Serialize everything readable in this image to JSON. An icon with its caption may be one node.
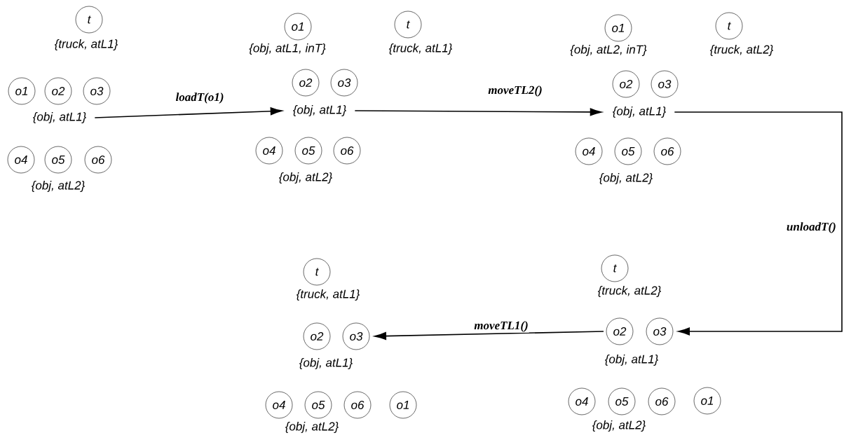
{
  "diagram": {
    "nodes": [
      {
        "text": [
          "t"
        ]
      },
      {
        "text": [
          "{truck, atL1}"
        ]
      },
      {
        "text": [
          "o1"
        ]
      },
      {
        "text": [
          "o2"
        ]
      },
      {
        "text": [
          "o3"
        ]
      },
      {
        "text": [
          "{obj, atL1}"
        ]
      },
      {
        "text": [
          "o4"
        ]
      },
      {
        "text": [
          "o5"
        ]
      },
      {
        "text": [
          "o6"
        ]
      },
      {
        "text": [
          "{obj, atL2}"
        ]
      },
      {
        "text": [
          "o1"
        ]
      },
      {
        "text": [
          "{obj, atL1, inT}"
        ]
      },
      {
        "text": [
          "t"
        ]
      },
      {
        "text": [
          "{truck, atL1}"
        ]
      },
      {
        "text": [
          "o2"
        ]
      },
      {
        "text": [
          "o3"
        ]
      },
      {
        "text": [
          "{obj, atL1}"
        ]
      },
      {
        "text": [
          "o4"
        ]
      },
      {
        "text": [
          "o5"
        ]
      },
      {
        "text": [
          "o6"
        ]
      },
      {
        "text": [
          "{obj, atL2}"
        ]
      },
      {
        "text": [
          "o1"
        ]
      },
      {
        "text": [
          "{obj, atL2, inT}"
        ]
      },
      {
        "text": [
          "t"
        ]
      },
      {
        "text": [
          "{truck, atL2}"
        ]
      },
      {
        "text": [
          "o2"
        ]
      },
      {
        "text": [
          "o3"
        ]
      },
      {
        "text": [
          "{obj, atL1}"
        ]
      },
      {
        "text": [
          "o4"
        ]
      },
      {
        "text": [
          "o5"
        ]
      },
      {
        "text": [
          "o6"
        ]
      },
      {
        "text": [
          "{obj, atL2}"
        ]
      },
      {
        "text": [
          "t"
        ]
      },
      {
        "text": [
          "{truck, atL1}"
        ]
      },
      {
        "text": [
          "o2"
        ]
      },
      {
        "text": [
          "o3"
        ]
      },
      {
        "text": [
          "{obj, atL1}"
        ]
      },
      {
        "text": [
          "o4"
        ]
      },
      {
        "text": [
          "o5"
        ]
      },
      {
        "text": [
          "o6"
        ]
      },
      {
        "text": [
          "o1"
        ]
      },
      {
        "text": [
          "{obj, atL2}"
        ]
      },
      {
        "text": [
          "t"
        ]
      },
      {
        "text": [
          "{truck, atL2}"
        ]
      },
      {
        "text": [
          "o2"
        ]
      },
      {
        "text": [
          "o3"
        ]
      },
      {
        "text": [
          "{obj, atL1}"
        ]
      },
      {
        "text": [
          "o4"
        ]
      },
      {
        "text": [
          "o5"
        ]
      },
      {
        "text": [
          "o6"
        ]
      },
      {
        "text": [
          "o1"
        ]
      },
      {
        "text": [
          "{obj, atL2}"
        ]
      }
    ],
    "edges": [
      {
        "from": 5,
        "to": 16,
        "arrow": "to",
        "label": "loadT(o1)"
      },
      {
        "from": 16,
        "to": 27,
        "arrow": "to",
        "label": "moveTL2()"
      },
      {
        "from": 27,
        "to": 45,
        "arrow": "to",
        "label": "unloadT()"
      },
      {
        "from": 44,
        "to": 35,
        "arrow": "to",
        "label": "moveTL1()"
      }
    ]
  }
}
